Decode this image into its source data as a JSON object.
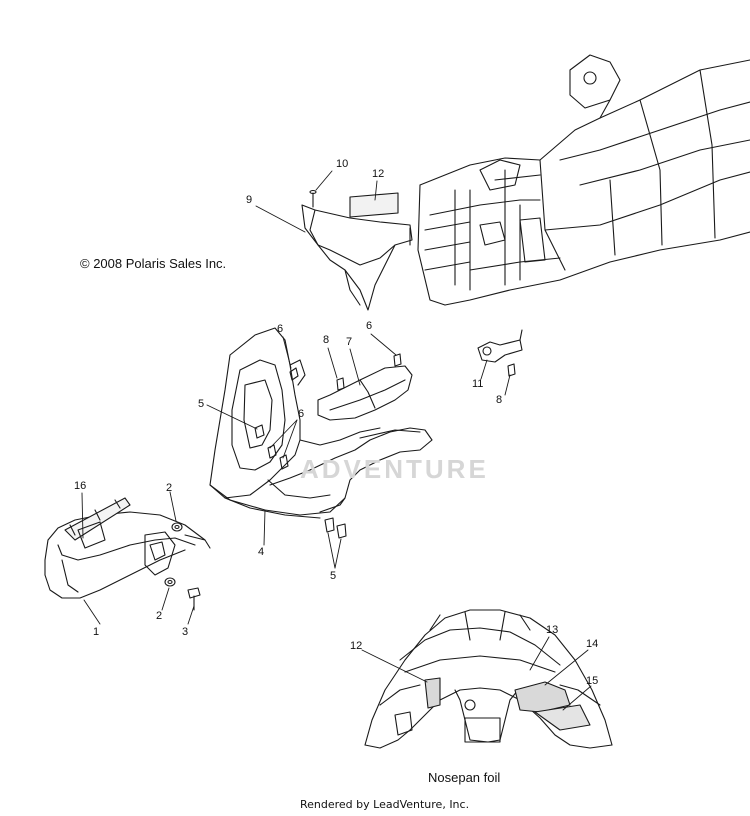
{
  "copyright": "© 2008 Polaris Sales Inc.",
  "caption": "Nosepan foil",
  "footer": "Rendered by LeadVenture, Inc.",
  "watermark": "ADVENTURE",
  "callouts": [
    {
      "id": "c10",
      "text": "10"
    },
    {
      "id": "c12a",
      "text": "12"
    },
    {
      "id": "c9",
      "text": "9"
    },
    {
      "id": "c6a",
      "text": "6"
    },
    {
      "id": "c8a",
      "text": "8"
    },
    {
      "id": "c7",
      "text": "7"
    },
    {
      "id": "c6b",
      "text": "6"
    },
    {
      "id": "c11",
      "text": "11"
    },
    {
      "id": "c8b",
      "text": "8"
    },
    {
      "id": "c5a",
      "text": "5"
    },
    {
      "id": "c6c",
      "text": "6"
    },
    {
      "id": "c16",
      "text": "16"
    },
    {
      "id": "c2a",
      "text": "2"
    },
    {
      "id": "c4",
      "text": "4"
    },
    {
      "id": "c5b",
      "text": "5"
    },
    {
      "id": "c2b",
      "text": "2"
    },
    {
      "id": "c3",
      "text": "3"
    },
    {
      "id": "c1",
      "text": "1"
    },
    {
      "id": "c13",
      "text": "13"
    },
    {
      "id": "c12b",
      "text": "12"
    },
    {
      "id": "c14",
      "text": "14"
    },
    {
      "id": "c15",
      "text": "15"
    }
  ]
}
